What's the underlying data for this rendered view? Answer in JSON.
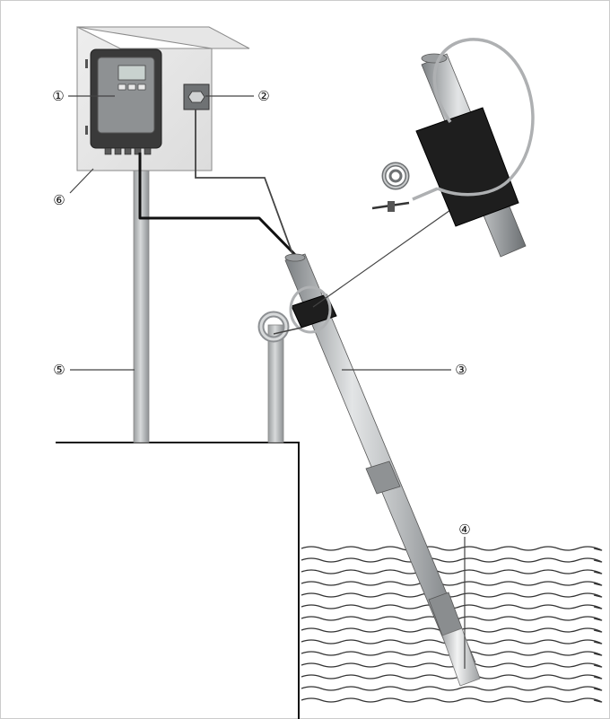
{
  "diagram": {
    "callouts": [
      {
        "id": "transmitter",
        "label": "①"
      },
      {
        "id": "junction-box",
        "label": "②"
      },
      {
        "id": "sensor-pipe",
        "label": "③"
      },
      {
        "id": "sensor-tip",
        "label": "④"
      },
      {
        "id": "support-post",
        "label": "⑤"
      },
      {
        "id": "weather-cabinet",
        "label": "⑥"
      }
    ],
    "colors": {
      "metal": "#b9bcbe",
      "metal_dark": "#7c8083",
      "clamp": "#222222",
      "cable": "#111111",
      "line": "#444444",
      "water": "#333333",
      "frame": "#cccccc"
    }
  }
}
